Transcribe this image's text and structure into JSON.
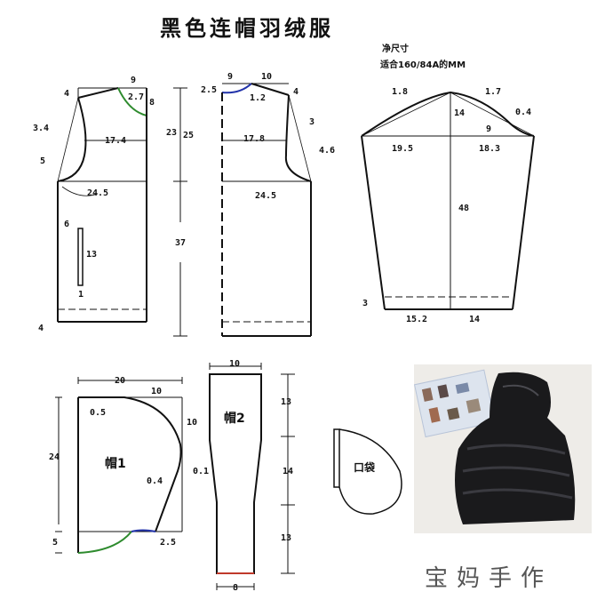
{
  "header": {
    "title": "黑色连帽羽绒服",
    "size_label": "净尺寸",
    "fit_note": "适合160/84A的MM"
  },
  "front_bodice": {
    "top_width": "9",
    "shoulder_drop": "4",
    "neck_depth": "2.7",
    "neck_side": "8",
    "armhole_curve_1": "3.4",
    "armhole_curve_2": "5",
    "chest_line": "17.4",
    "hem_width": "24.5",
    "pocket_from_side": "6",
    "pocket_length": "13",
    "pocket_width": "1",
    "hem_allowance": "4"
  },
  "vertical_measurements": {
    "armhole_depth": "23",
    "armhole_total": "25",
    "body_length": "37"
  },
  "back_bodice": {
    "neck_rise": "2.5",
    "neck_width": "9",
    "shoulder_width": "10",
    "shoulder_drop": "4",
    "neck_curve": "1.2",
    "armhole_curve_1": "3",
    "armhole_curve_2": "4.6",
    "chest_line": "17.8",
    "hem_width": "24.5"
  },
  "sleeve": {
    "cap_curve_back": "1.8",
    "cap_curve_front": "1.7",
    "cap_curve_small": "0.4",
    "cap_height": "14",
    "front_slope": "9",
    "back_width": "19.5",
    "front_width": "18.3",
    "sleeve_length": "48",
    "cuff_allowance": "3",
    "cuff_back": "15.2",
    "cuff_front": "14"
  },
  "hood_1": {
    "label": "帽1",
    "total_width": "20",
    "curve_width": "10",
    "curve_height": "10",
    "corner_offset": "0.5",
    "edge_offset": "0.4",
    "height": "24",
    "neck_drop": "5",
    "neck_offset": "2.5"
  },
  "hood_2": {
    "label": "帽2",
    "top_width": "10",
    "bottom_width": "8",
    "taper_offset": "0.1",
    "section_top": "13",
    "section_mid": "14",
    "section_bottom": "13"
  },
  "pocket": {
    "label": "口袋"
  },
  "photo": {
    "alt": "black hooded down jacket photo"
  },
  "watermark": "宝妈手作",
  "colors": {
    "line": "#111111",
    "neck_green": "#2e8b2e",
    "neck_blue": "#2233aa",
    "hem_red": "#c0392b"
  }
}
